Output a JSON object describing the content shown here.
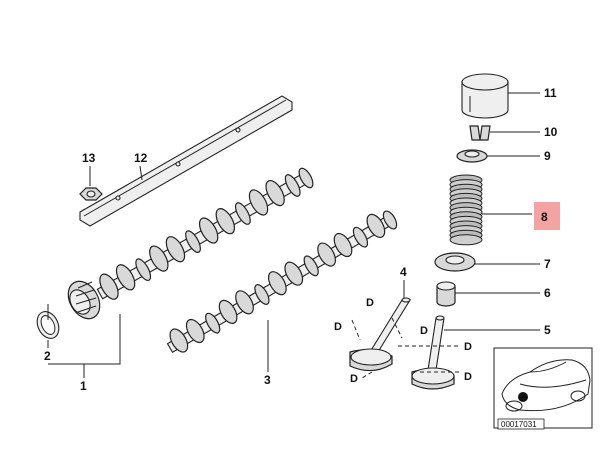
{
  "callouts": {
    "n1": "1",
    "n2": "2",
    "n3": "3",
    "n4": "4",
    "n5": "5",
    "n6": "6",
    "n7": "7",
    "n8": "8",
    "n9": "9",
    "n10": "10",
    "n11": "11",
    "n12": "12",
    "n13": "13"
  },
  "d_marker": "D",
  "diagram_ref": "00017031",
  "highlight_color": "#f4a3a3"
}
